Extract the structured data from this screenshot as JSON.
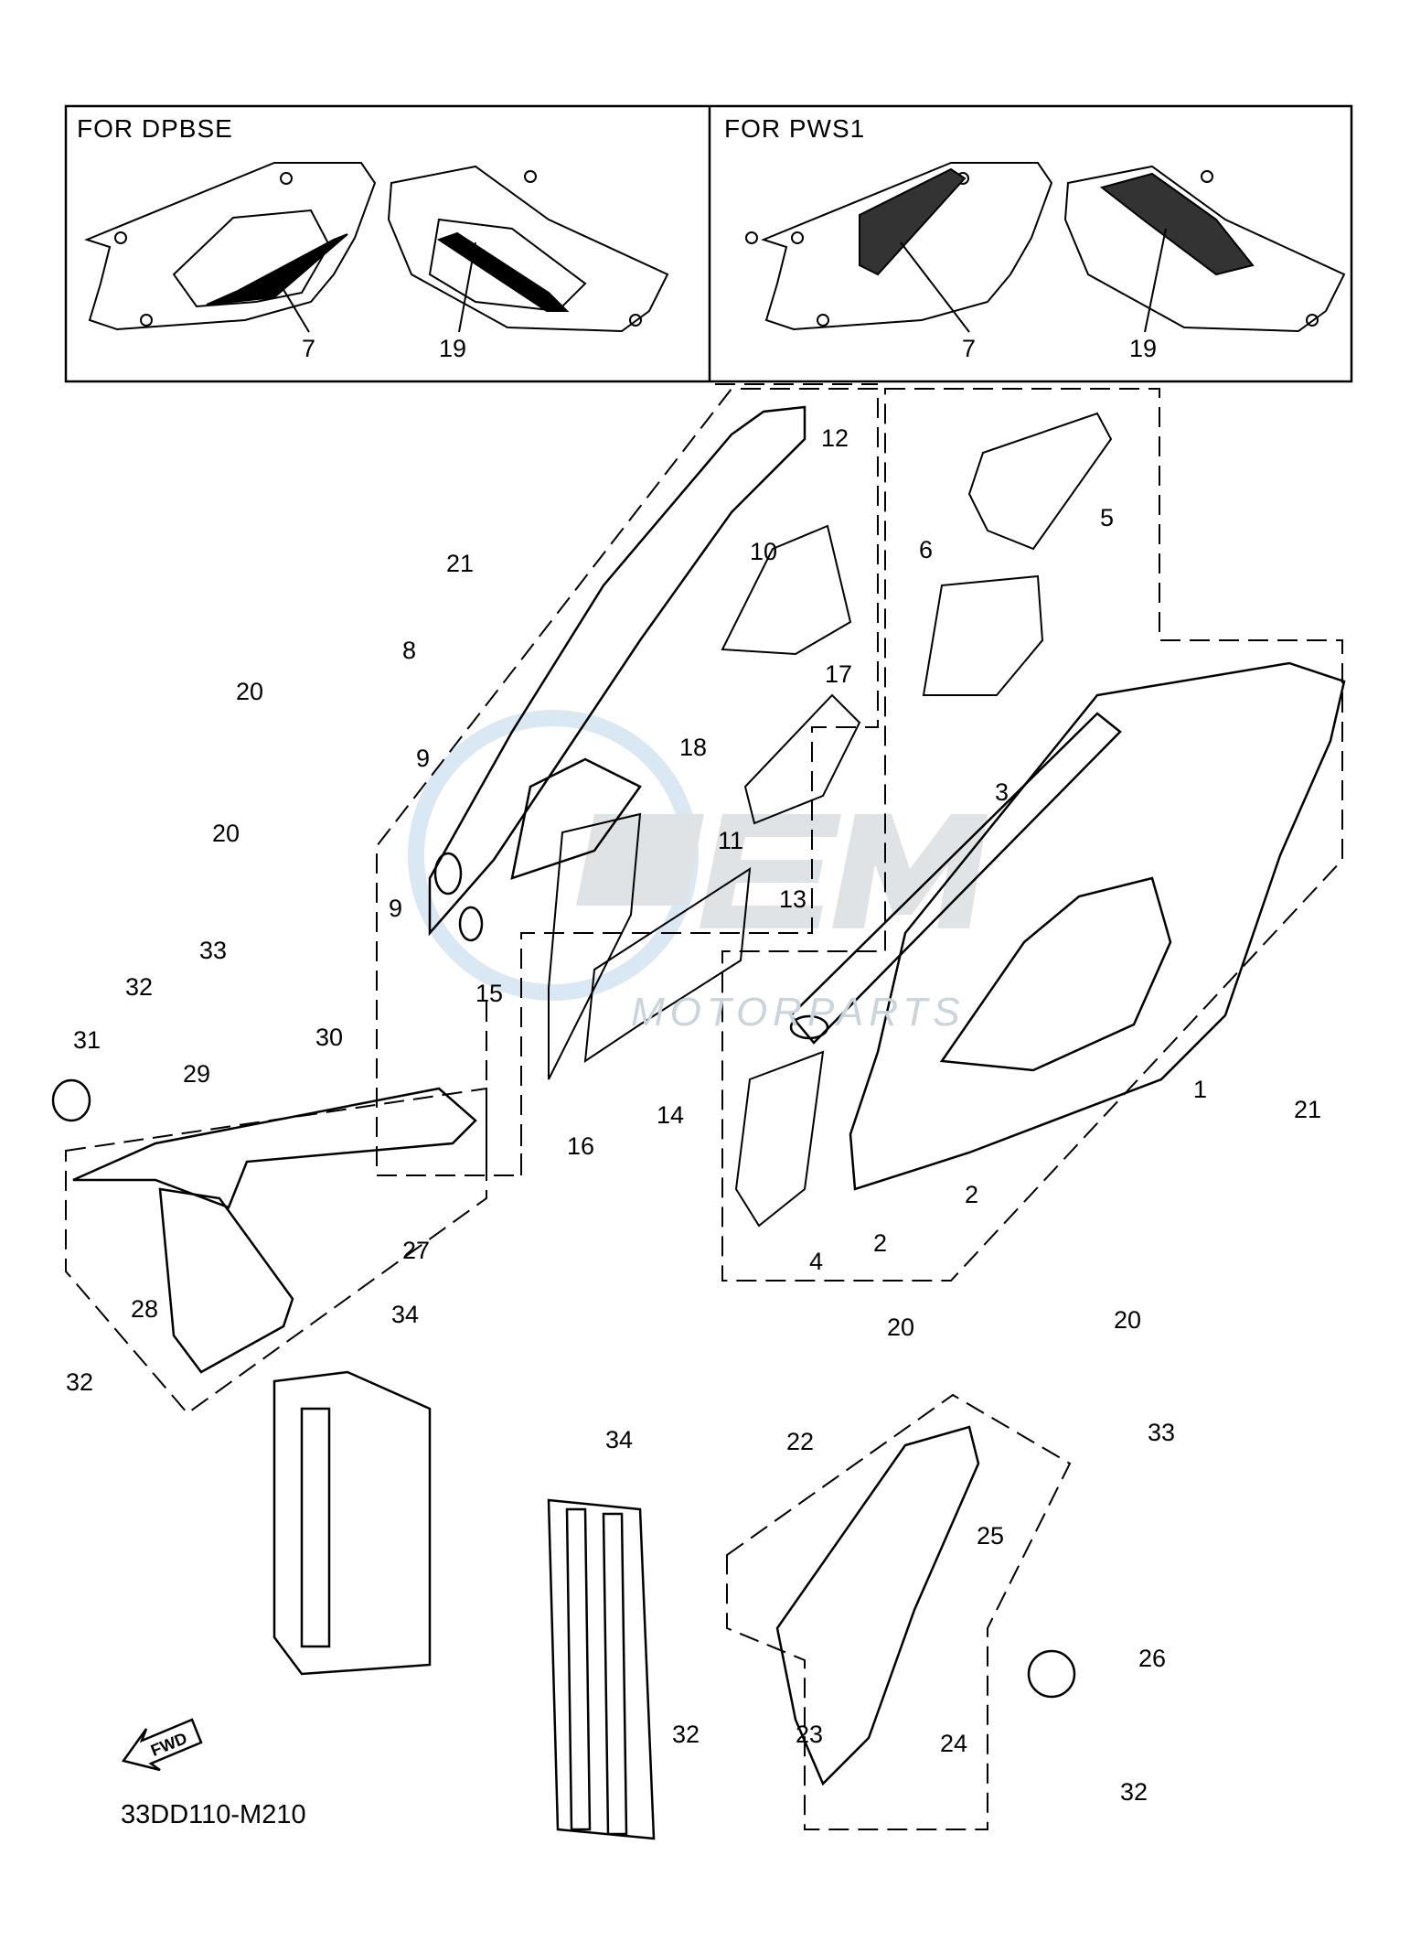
{
  "inset_boxes": [
    {
      "title": "FOR DPBSE",
      "callouts": [
        "7",
        "19"
      ]
    },
    {
      "title": "FOR PWS1",
      "callouts": [
        "7",
        "19"
      ]
    }
  ],
  "callouts": [
    "1",
    "2",
    "2",
    "3",
    "4",
    "5",
    "6",
    "8",
    "9",
    "9",
    "10",
    "11",
    "12",
    "13",
    "14",
    "15",
    "16",
    "17",
    "18",
    "20",
    "20",
    "20",
    "20",
    "21",
    "21",
    "22",
    "23",
    "24",
    "25",
    "26",
    "27",
    "28",
    "29",
    "30",
    "31",
    "32",
    "32",
    "32",
    "32",
    "33",
    "33",
    "34",
    "34"
  ],
  "fwd_label": "FWD",
  "diagram_ref": "33DD110-M210",
  "watermark": {
    "logo": "OEM",
    "sub": "MOTORPARTS",
    "color": "#c9d4dc"
  },
  "colors": {
    "line": "#000000",
    "background": "#ffffff"
  }
}
